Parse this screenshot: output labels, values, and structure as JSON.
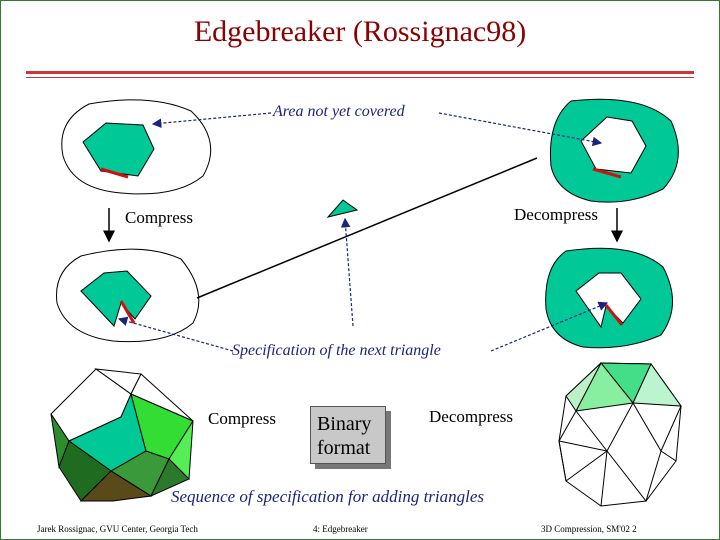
{
  "title": "Edgebreaker (Rossignac98)",
  "labels": {
    "area_not_covered": "Area not yet covered",
    "compress_left": "Compress",
    "decompress_right": "Decompress",
    "spec_next_triangle": "Specification of the next triangle",
    "compress_bottom": "Compress",
    "decompress_bottom": "Decompress",
    "binary_line1": "Binary",
    "binary_line2": "format",
    "sequence": "Sequence of specification for adding triangles"
  },
  "footer": {
    "left": "Jarek Rossignac, GVU Center, Georgia Tech",
    "center": "4: Edgebreaker",
    "right": "3D Compression, SM'02  2"
  },
  "colors": {
    "title": "#8b0000",
    "rule": "#d0343a",
    "teal": "#00c896",
    "arrow_blue": "#1a237e",
    "red_edge": "#cc1111"
  }
}
